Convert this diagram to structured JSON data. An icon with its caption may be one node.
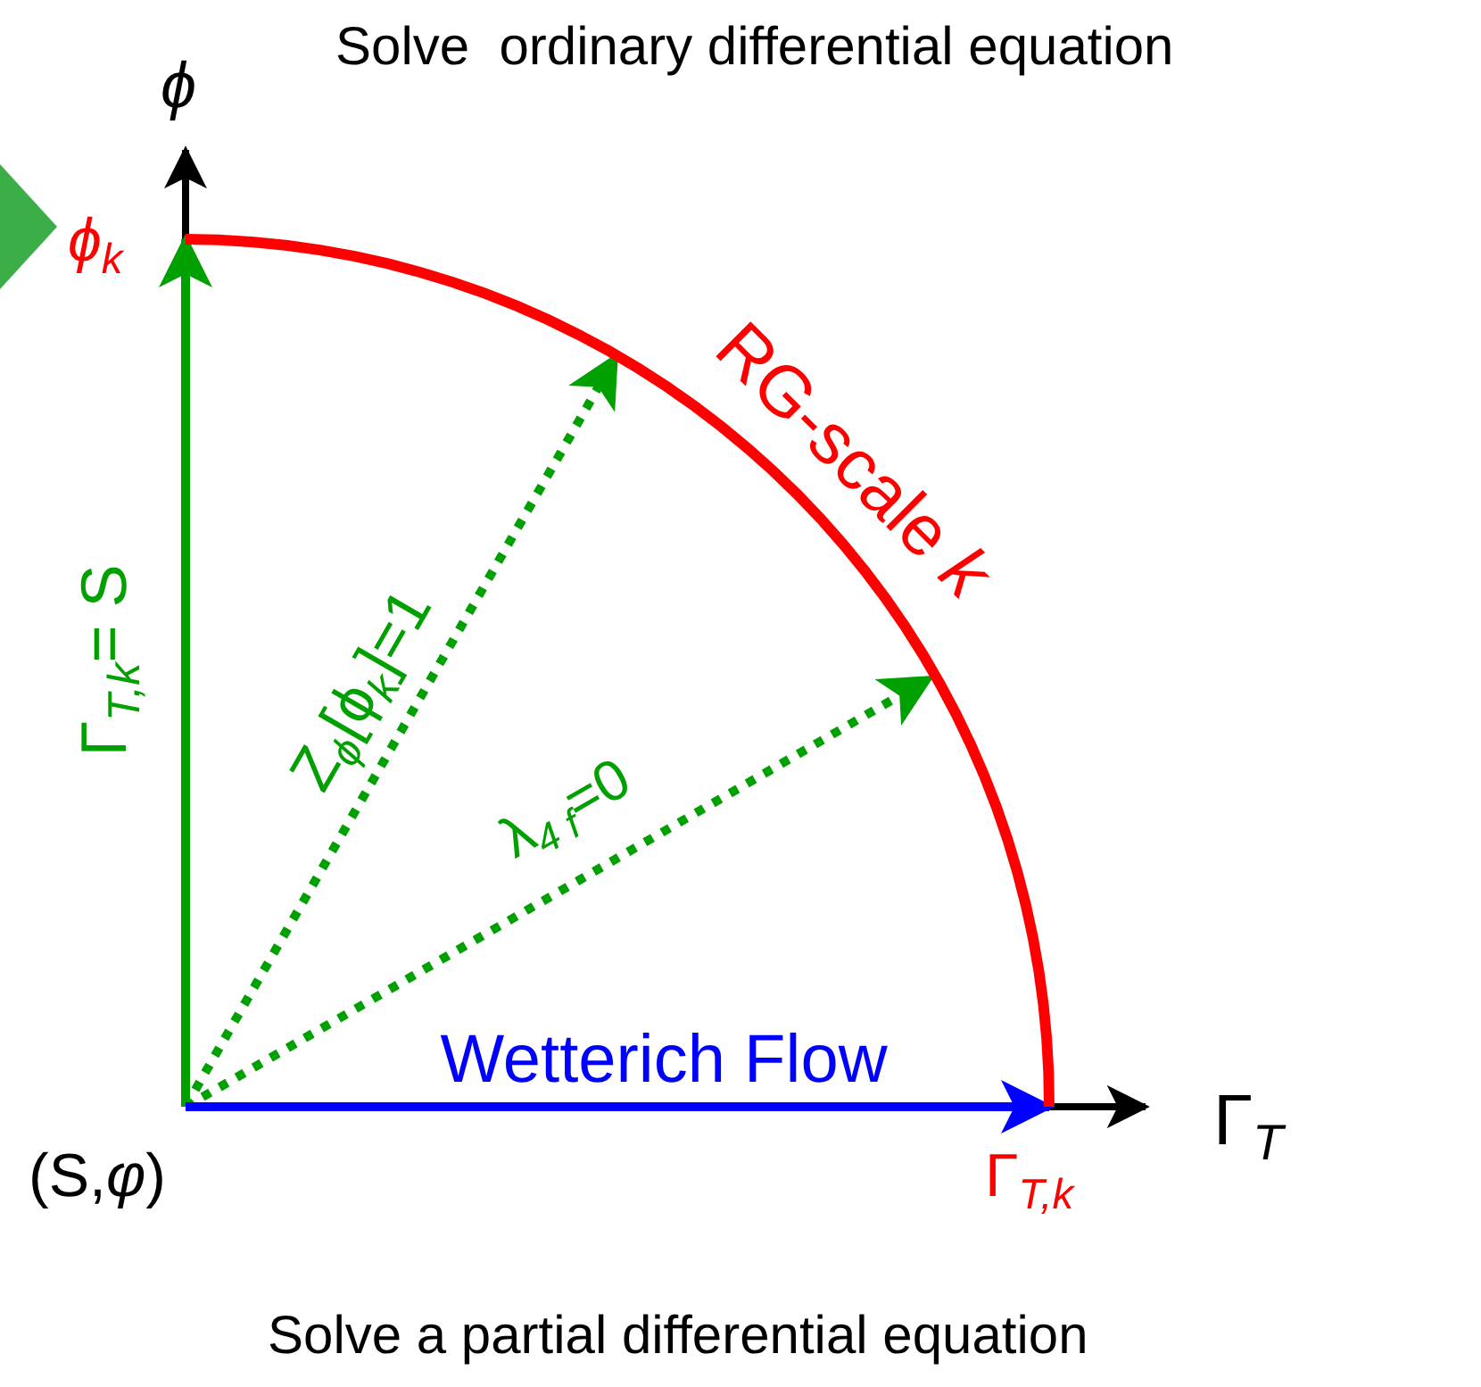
{
  "diagram": {
    "nodes": [
      {
        "text": [
          "(S,*φ*)"
        ]
      },
      {
        "text": [
          "*ϕ*$_{k}$"
        ]
      },
      {
        "text": [
          "Γ$_{T,k}$"
        ]
      }
    ],
    "edges": [
      {
        "from": 0,
        "to": 1,
        "arrow": "to",
        "label": "Γ$_{T,k}$= S"
      },
      {
        "from": 0,
        "to": null,
        "arrow": "to",
        "label": "Z$_{ϕ}$[ϕ$_{k}$]=1",
        "style": "dashed"
      },
      {
        "from": 0,
        "to": null,
        "arrow": "to",
        "label": "λ$_{4 f}$=0",
        "style": "dashed"
      },
      {
        "from": 0,
        "to": 2,
        "arrow": "to",
        "label": "Wetterich Flow",
        "color": "#0000ff"
      },
      {
        "from": 1,
        "to": 2,
        "arrow": "none",
        "label": "RG-scale *k*",
        "color": "#ff0000"
      }
    ],
    "labels": [
      "Solve  ordinary differential equation",
      "ϕ",
      "Γ$_{T}$",
      "Solve a partial differential equation"
    ]
  }
}
